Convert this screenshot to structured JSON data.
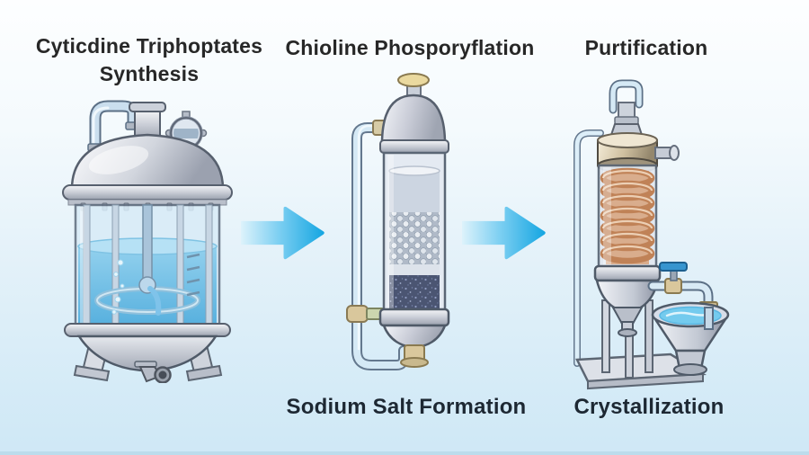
{
  "diagram": {
    "type": "process-flow-illustration",
    "top_labels": [
      {
        "text_line1": "Cyticdine Triphoptates",
        "text_line2": "Synthesis"
      },
      {
        "text": "Chioline Phosporyflation"
      },
      {
        "text": "Purtification"
      }
    ],
    "bottom_labels": [
      {
        "text": "Sodium Salt Formation"
      },
      {
        "text": "Crystallization"
      }
    ],
    "apparatus": [
      {
        "icon": "stirred-reactor-vessel-icon",
        "description_color": "#7cc7ea"
      },
      {
        "icon": "packed-separation-column-icon",
        "description_color": "#4b5572"
      },
      {
        "icon": "coil-condenser-with-collection-funnel-icon",
        "description_color": "#c98d66"
      }
    ],
    "arrows": [
      {
        "direction": "right"
      },
      {
        "direction": "right"
      }
    ],
    "colors": {
      "arrow_blue": "#18a7e2",
      "arrow_light": "#d8f0fb",
      "background_top": "#fdfeff",
      "background_bottom": "#cfe8f6",
      "bottom_edge_line": "#bcdcec",
      "title_text": "#272727",
      "bottom_label_text": "#1d2833",
      "liquid_blue": "#6ec3ea",
      "copper_coil": "#c08257",
      "metal_light": "#f5f6f8",
      "metal_dark": "#9aa1ae",
      "brass_fitting": "#d9c79c"
    }
  }
}
